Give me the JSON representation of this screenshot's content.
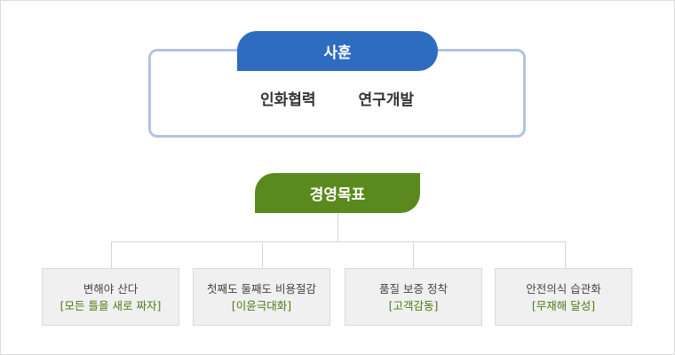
{
  "colors": {
    "motto_tab": "#2e6cc0",
    "motto_border": "#b1c4de",
    "goal_tab": "#5a8a1e",
    "goal_sub_text": "#4d7a16",
    "card_bg": "#f0f0f0",
    "connector": "#d5d5d5"
  },
  "motto": {
    "title": "사훈",
    "items": [
      "인화협력",
      "연구개발"
    ]
  },
  "goals": {
    "title": "경영목표",
    "cards": [
      {
        "title": "변해야 산다",
        "sub": "[모든 틀을 새로 짜자]"
      },
      {
        "title": "첫째도 둘째도 비용절감",
        "sub": "[이윤극대화]"
      },
      {
        "title": "품질 보증 정착",
        "sub": "[고객감동]"
      },
      {
        "title": "안전의식 습관화",
        "sub": "[무재해 달성]"
      }
    ]
  }
}
